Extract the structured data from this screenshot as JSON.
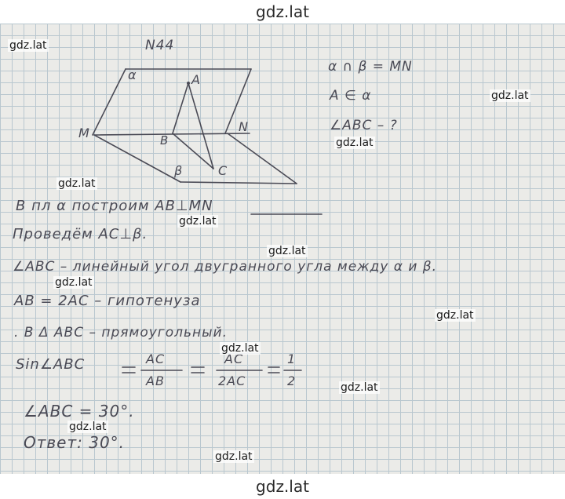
{
  "watermark": {
    "top": "gdz.lat",
    "bottom": "gdz.lat",
    "inline": [
      "gdz.lat",
      "gdz.lat",
      "gdz.lat",
      "gdz.lat",
      "gdz.lat",
      "gdz.lat",
      "gdz.lat",
      "gdz.lat",
      "gdz.lat",
      "gdz.lat",
      "gdz.lat",
      "gdz.lat"
    ]
  },
  "problem": {
    "number": "N44",
    "figure_labels": {
      "alpha": "α",
      "beta": "β",
      "A": "A",
      "B": "B",
      "C": "C",
      "M": "M",
      "N": "N"
    },
    "given": [
      "α ∩ β = MN",
      "A ∈ α",
      "∠ABC – ?"
    ],
    "solution": [
      "В пл α построим   AB⊥MN",
      "Проведём AC⊥β.",
      "∠ABC – линейный угол двугранного угла между α и β.",
      "AB = 2AC – гипотенуза",
      ". В Δ ABC – прямоугольный."
    ],
    "formula": {
      "lhs": "Sin∠ABC",
      "frac1_num": "AC",
      "frac1_den": "AB",
      "frac2_num": "AC",
      "frac2_den": "2AC",
      "frac3_num": "1",
      "frac3_den": "2"
    },
    "result": "∠ABC = 30°.",
    "answer": "Ответ: 30°."
  },
  "colors": {
    "ink": "#4a4a55",
    "grid": "#b9c7cf",
    "paper": "#ebebe8"
  }
}
